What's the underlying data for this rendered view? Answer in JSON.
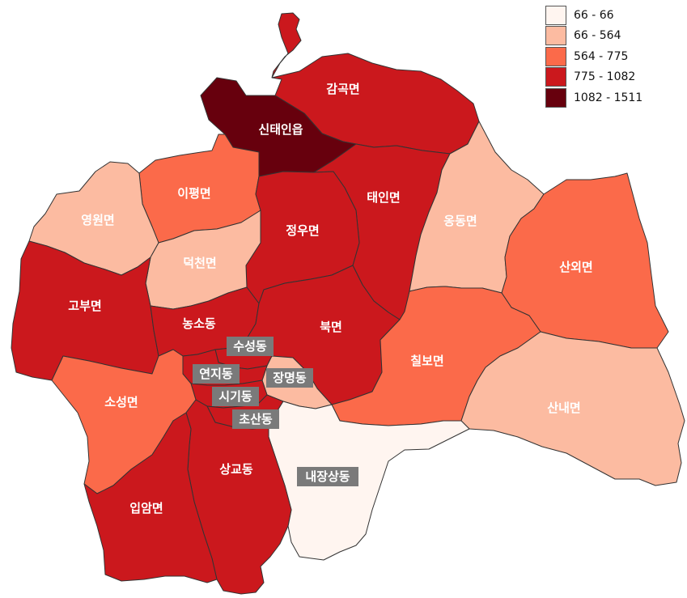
{
  "legend": [
    {
      "label": "66 - 66",
      "color": "#fff5f0"
    },
    {
      "label": "66 - 564",
      "color": "#fcbba1"
    },
    {
      "label": "564 - 775",
      "color": "#fb6a4a"
    },
    {
      "label": "775 - 1082",
      "color": "#cb181d"
    },
    {
      "label": "1082 - 1511",
      "color": "#67000d"
    }
  ],
  "regions": [
    {
      "id": "gamgok",
      "name": "감곡면",
      "class": 3
    },
    {
      "id": "sintaein",
      "name": "신태인읍",
      "class": 4
    },
    {
      "id": "ipyeong",
      "name": "이평면",
      "class": 2
    },
    {
      "id": "taein",
      "name": "태인면",
      "class": 3
    },
    {
      "id": "yeongwon",
      "name": "영원면",
      "class": 1
    },
    {
      "id": "ongdong",
      "name": "옹동면",
      "class": 1
    },
    {
      "id": "jeongu",
      "name": "정우면",
      "class": 3
    },
    {
      "id": "deokcheon",
      "name": "덕천면",
      "class": 1
    },
    {
      "id": "sanoe",
      "name": "산외면",
      "class": 2
    },
    {
      "id": "gobu",
      "name": "고부면",
      "class": 3
    },
    {
      "id": "nongso",
      "name": "농소동",
      "class": 3
    },
    {
      "id": "buk",
      "name": "북면",
      "class": 3
    },
    {
      "id": "suseong",
      "name": "수성동",
      "class": 3
    },
    {
      "id": "chilbo",
      "name": "칠보면",
      "class": 2
    },
    {
      "id": "yeonji",
      "name": "연지동",
      "class": 3
    },
    {
      "id": "jangmyeong",
      "name": "장명동",
      "class": 1
    },
    {
      "id": "sigi",
      "name": "시기동",
      "class": 3
    },
    {
      "id": "soseong",
      "name": "소성면",
      "class": 2
    },
    {
      "id": "sannae",
      "name": "산내면",
      "class": 1
    },
    {
      "id": "chosan",
      "name": "초산동",
      "class": 3
    },
    {
      "id": "naejangsang",
      "name": "내장상동",
      "class": 0
    },
    {
      "id": "sanggyo",
      "name": "상교동",
      "class": 3
    },
    {
      "id": "iam",
      "name": "입암면",
      "class": 3
    }
  ]
}
